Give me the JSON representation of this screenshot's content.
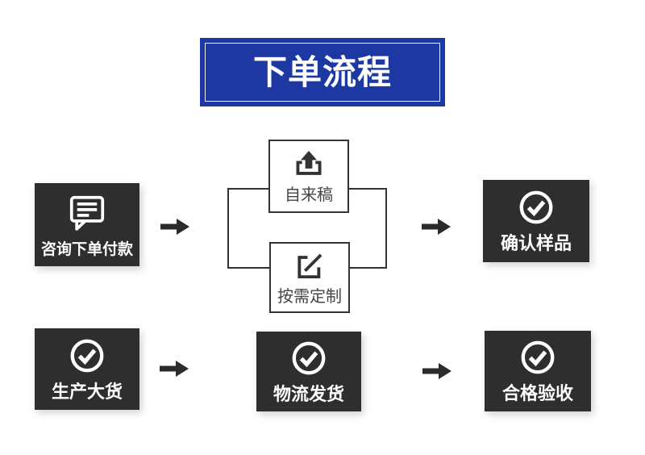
{
  "title": "下单流程",
  "colors": {
    "banner_blue": "#1e38a3",
    "box_dark": "#2e2e2e",
    "connector_line": "#333333",
    "arrow": "#2b2b2b",
    "text_on_dark": "#ffffff",
    "text_on_light": "#454545",
    "background": "#ffffff"
  },
  "flow": {
    "row1": {
      "start": {
        "label": "咨询下单付款",
        "icon": "chat-icon"
      },
      "branch_options": [
        {
          "label": "自来稿",
          "icon": "upload-icon"
        },
        {
          "label": "按需定制",
          "icon": "edit-icon"
        }
      ],
      "end": {
        "label": "确认样品",
        "icon": "check-circle-icon"
      }
    },
    "row2": {
      "steps": [
        {
          "label": "生产大货",
          "icon": "check-circle-icon"
        },
        {
          "label": "物流发货",
          "icon": "check-circle-icon"
        },
        {
          "label": "合格验收",
          "icon": "check-circle-icon"
        }
      ]
    }
  }
}
